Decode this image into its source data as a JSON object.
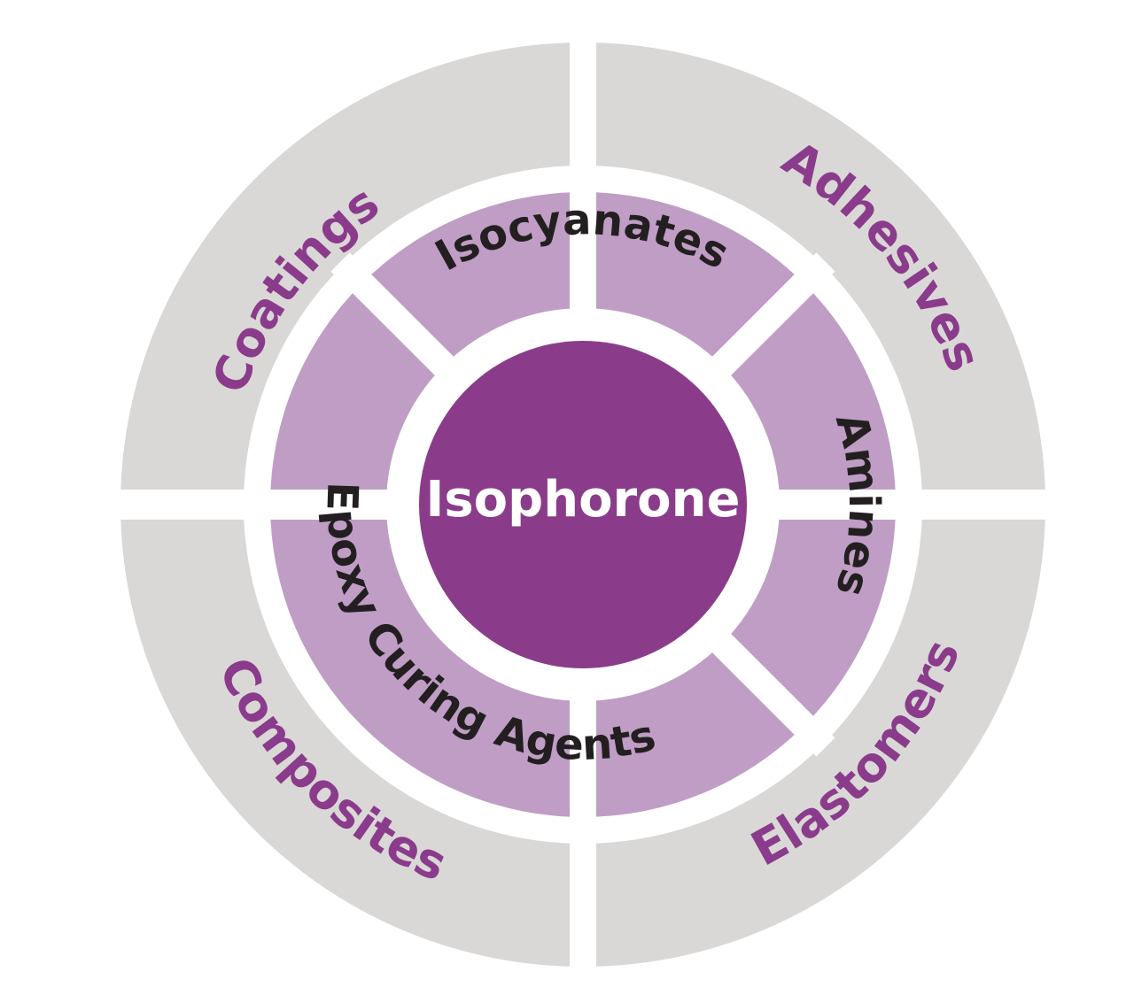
{
  "center": {
    "label": "Isophorone"
  },
  "inner_ring": [
    {
      "label": "Isocyanates"
    },
    {
      "label": "Amines"
    },
    {
      "label": "Epoxy Curing Agents"
    }
  ],
  "outer_ring": [
    {
      "label": "Coatings"
    },
    {
      "label": "Adhesives"
    },
    {
      "label": "Elastomers"
    },
    {
      "label": "Composites"
    }
  ],
  "colors": {
    "center_fill": "#8a3c8a",
    "center_text": "#ffffff",
    "inner_fill": "#bf9dc5",
    "inner_text": "#231f20",
    "outer_fill": "#d9d8d6",
    "outer_text": "#8b3b8b",
    "separator": "#ffffff"
  }
}
